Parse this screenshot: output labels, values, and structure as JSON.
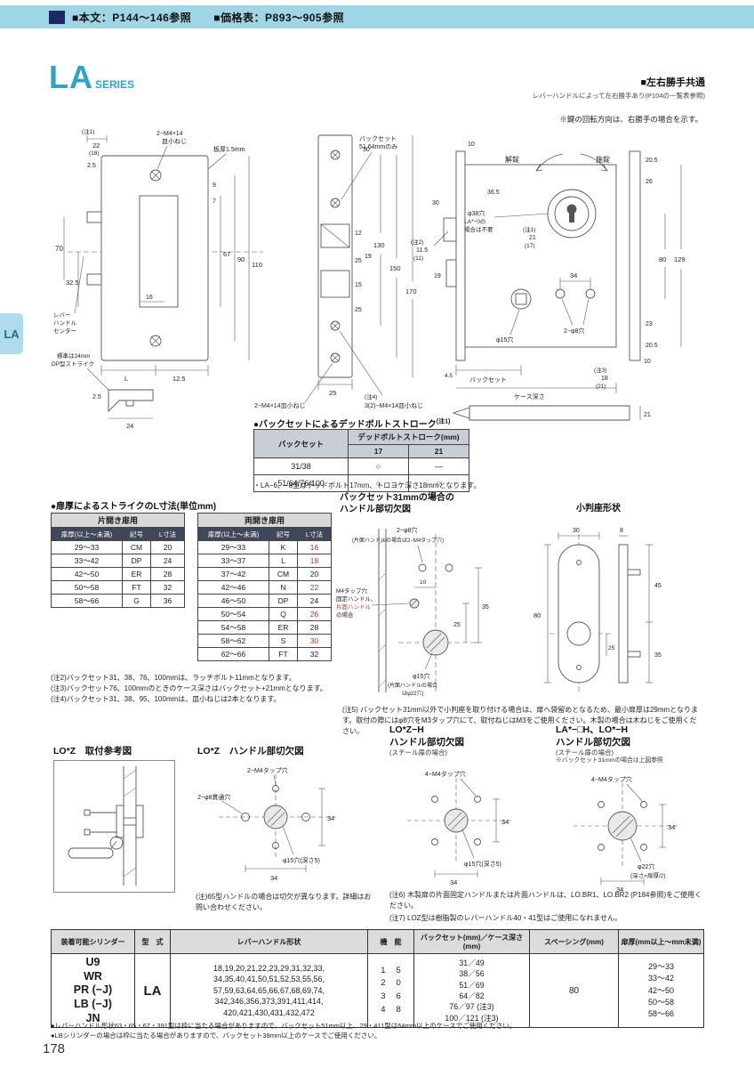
{
  "page_number": "178",
  "topbar": {
    "text": "■本文：P144〜146参照　　■価格表：P893〜905参照"
  },
  "title": {
    "series": "LA",
    "series_sub": "SERIES",
    "right_bold": "■左右勝手共通",
    "right_small": "レバーハンドルによって左右勝手あり(P104の一覧表参照)"
  },
  "side_tab": "LA",
  "rotation_note": "※鍵の回転方向は、右勝手の場合を示す。",
  "front_view": {
    "note1": "(注1)",
    "dim_22": "22",
    "dim_18p": "(18)",
    "dim_2_5": "2.5",
    "screw_label_1": "2−M4×14",
    "screw_label_2": "皿小ねじ",
    "plate_thickness": "板厚1.5mm",
    "dim_70": "70",
    "dim_32_5": "32.5",
    "lever_1": "レバー",
    "lever_2": "ハンドル",
    "lever_3": "センター",
    "strike_note_1": "標準は24mm",
    "strike_note_2": "DP型ストライク",
    "dim_L": "L",
    "dim_12_5": "12.5",
    "dim_9": "9",
    "dim_7": "7",
    "dim_16": "16",
    "dim_67": "67",
    "dim_90": "90",
    "dim_110": "110",
    "strike_dim_2_5": "2.5",
    "strike_dim_24": "24"
  },
  "face_view": {
    "backset_note_1": "バックセット",
    "backset_note_2": "51,64mmのみ",
    "dim_12": "12",
    "dim_25a": "25",
    "dim_15": "15",
    "dim_25b": "25",
    "dim_30": "30",
    "dim_19": "19",
    "dim_130": "130",
    "dim_150": "150",
    "dim_170": "170",
    "dim_25c": "25",
    "screw_bottom_left": "2−M4×14皿小ねじ",
    "note4": "(注4)",
    "screw_bottom_right": "3(2)−M4×14皿小ねじ"
  },
  "case_view": {
    "dim_10_top": "10",
    "dim_36_5": "36.5",
    "note1": "(注1)",
    "dim_21": "21",
    "dim_17p": "(17)",
    "hole38_1": "φ38穴",
    "hole38_2": "LA*−0の",
    "hole38_3": "場合は不要",
    "unlock": "解錠",
    "lock": "施錠",
    "dim_30": "30",
    "note2": "(注2)",
    "dim_11_5": "11.5",
    "dim_11p": "(11)",
    "dim_19": "19",
    "dim_34": "34",
    "holes_8": "2−φ8穴",
    "hole_15": "φ15穴",
    "dim_20_5a": "20.5",
    "dim_26": "26",
    "dim_23": "23",
    "dim_20_5b": "20.5",
    "dim_10b": "10",
    "dim_80": "80",
    "dim_129": "129",
    "dim_4_5": "4.5",
    "backset": "バックセット",
    "case_depth": "ケース深さ",
    "note3": "(注3)",
    "dim_18": "18",
    "dim_21p": "(21)",
    "profile_dim_21": "21"
  },
  "stroke_table": {
    "title": "●バックセットによるデッドボルトストローク",
    "title_sup": "(注1)",
    "col_backset": "バックセット",
    "col_stroke": "デッドボルトストローク(mm)",
    "sub_cols": [
      "17",
      "21"
    ],
    "rows": [
      [
        "31/38",
        "○",
        "―"
      ],
      [
        "51/64/76/100",
        "○",
        "○"
      ]
    ],
    "note": "・LA−6、−8型はデッドボルト17mm、トロヨケ深さ18mmとなります。"
  },
  "strike_section": {
    "title": "●扉厚によるストライクのL寸法(単位mm)",
    "single": {
      "group": "片開き扉用",
      "cols": [
        "扉厚(以上〜未満)",
        "記号",
        "L寸法"
      ],
      "rows": [
        [
          "29〜33",
          "CM",
          "20"
        ],
        [
          "33〜42",
          "DP",
          "24"
        ],
        [
          "42〜50",
          "ER",
          "28"
        ],
        [
          "50〜58",
          "FT",
          "32"
        ],
        [
          "58〜66",
          "G",
          "36"
        ]
      ]
    },
    "double": {
      "group": "両開き扉用",
      "cols": [
        "扉厚(以上〜未満)",
        "記号",
        "L寸法"
      ],
      "rows": [
        [
          "29〜33",
          "K",
          {
            "t": "16",
            "c": "red"
          }
        ],
        [
          "33〜37",
          "L",
          {
            "t": "18",
            "c": "red"
          }
        ],
        [
          "37〜42",
          "CM",
          "20"
        ],
        [
          "42〜46",
          "N",
          {
            "t": "22",
            "c": "red"
          }
        ],
        [
          "46〜50",
          "DP",
          "24"
        ],
        [
          "50〜54",
          "Q",
          {
            "t": "26",
            "c": "red"
          }
        ],
        [
          "54〜58",
          "ER",
          "28"
        ],
        [
          "58〜62",
          "S",
          {
            "t": "30",
            "c": "red"
          }
        ],
        [
          "62〜66",
          "FT",
          "32"
        ]
      ]
    },
    "note2": "(注2)バックセット31、38、76、100mmは、ラッチボルト11mmとなります。",
    "note3": "(注3)バックセット76、100mmのときのケース深さはバックセット+21mmとなります。",
    "note4": "(注4)バックセット31、38、95、100mmは、皿小ねじは2本となります。"
  },
  "cutout31": {
    "title_1": "バックセット31mmの場合の",
    "title_2": "ハンドル部切欠図",
    "label_phi8_1": "2−φ8穴",
    "label_phi8_2": "(片面ハンドルの場合は2−M4タップ穴)",
    "label_m4_1": "M4タップ穴",
    "label_m4_2": "固定ハンドル、",
    "label_m4_3": "片面ハンドル",
    "label_m4_4": "の場合",
    "label_phi15_1": "φ15穴",
    "label_phi15_2": "(片面ハンドルの場合",
    "label_phi15_3": "はφ22穴)",
    "dim_10": "10",
    "dim_35": "35",
    "dim_25": "25"
  },
  "oval_rose": {
    "title": "小判座形状",
    "dim_30": "30",
    "dim_8": "8",
    "dim_45": "45",
    "dim_35": "35",
    "dim_80": "80",
    "dim_25": "25"
  },
  "note5": "(注5) バックセット31mm以外で小判座を取り付ける場合は、扉へ袋留めとなるため、最小扉厚は29mmとなります。取付の際にはφ8穴をM3タップ穴にて、取付ねじはM3をご使用ください。木製の場合は木ねじをご使用ください。",
  "loz_ref": {
    "title": "LO*Z　取付参考図"
  },
  "loz_cut": {
    "title": "LO*Z　ハンドル部切欠図",
    "label_m4": "2−M4タップ穴",
    "label_phi8": "2−φ8貫通穴",
    "label_phi15": "φ15穴(深さ5)",
    "dim_34h": "34",
    "dim_34v": "34",
    "note": "(注)65型ハンドルの場合は切欠が異なります。詳細はお問い合わせください。"
  },
  "lozh_cut": {
    "title_1": "LO*Z−H",
    "title_2": "ハンドル部切欠図",
    "sub": "(スチール扉の場合)",
    "label_m4": "4−M4タップ穴",
    "label_phi15": "φ15穴(深さ5)",
    "dim_34h": "34",
    "dim_34v": "34"
  },
  "lah_cut": {
    "title_1": "LA*−□H、LO*−H",
    "title_2": "ハンドル部切欠図",
    "sub": "(スチール扉の場合)",
    "ref_note": "※バックセット31mmの場合は上図参照",
    "label_m4": "4−M4タップ穴",
    "label_phi22_1": "φ22穴",
    "label_phi22_2": "(深さ=扉厚/2)",
    "dim_34h": "34",
    "dim_34v": "34"
  },
  "note6": "(注6) 木製扉の片面固定ハンドルまたは片面ハンドルは、LO.BR1、LO.BR2 (P184参照)をご使用ください。",
  "note7": "(注7) LOZ型は樹脂製のレバーハンドル40・41型はご使用になれません。",
  "spec_table": {
    "headers": [
      "装着可能シリンダー",
      "型　式",
      "レバーハンドル形状",
      "機　能",
      "バックセット(mm)／ケース深さ(mm)",
      "スペーシング(mm)",
      "扉厚(mm以上〜mm未満)"
    ],
    "cylinders": "U9\nWR\nPR (−J)\nLB (−J)\nJN",
    "model": "LA",
    "handles": "18,19,20,21,22,23,29,31,32,33,\n34,35,40,41,50,51,52,53,55,56,\n57,59,63,64,65,66,67,68,69,74,\n342,346,356,373,391,411,414,\n420,421,430,431,432,472",
    "functions_col1": "1\n2\n3\n4",
    "functions_col2": "5\n0\n6\n8",
    "backsets": "31／49\n38／56\n51／69\n64／82\n76／97 (注3)\n100／121 (注3)",
    "spacing": "80",
    "door_thickness": "29〜33\n33〜42\n42〜50\n50〜58\n58〜66"
  },
  "footer_notes": [
    "●レバーハンドル形状63・65・67・391型は枠に当たる場合がありますので、バックセット51mm以上、29・411型は64mm以上のケースでご使用ください。",
    "●LBシリンダーの場合は枠に当たる場合がありますので、バックセット38mm以上のケースでご使用ください。"
  ],
  "colors": {
    "accent_cyan": "#2fa3c7",
    "topbar_bg": "#9fd6e6",
    "header_dark": "#41475a",
    "red": "#c0392b"
  }
}
